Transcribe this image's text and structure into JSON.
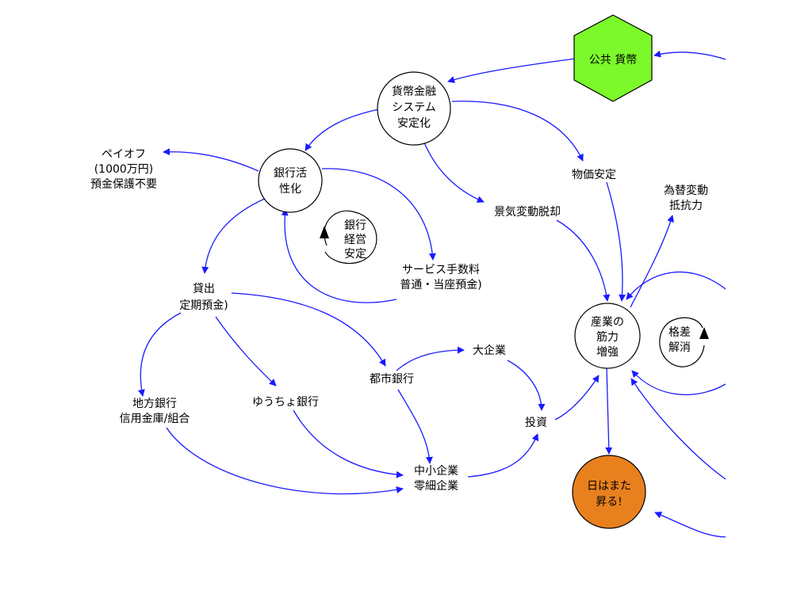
{
  "nodes": {
    "public_currency": "公共 貨幣",
    "monetary_stability": [
      "貨幣金融",
      "システム",
      "安定化"
    ],
    "bank_activation": [
      "銀行活",
      "性化"
    ],
    "payoff": [
      "ペイオフ",
      "(1000万円)",
      "預金保護不要"
    ],
    "bank_mgmt_loop": [
      "銀行",
      "経営",
      "安定"
    ],
    "service_fee": [
      "サービス手数料",
      "普通・当座預金)"
    ],
    "price_stability": "物価安定",
    "business_cycle": "景気変動脱却",
    "fx_resistance": [
      "為替変動",
      "抵抗力"
    ],
    "loans": [
      "貸出",
      "定期預金)"
    ],
    "industry": [
      "産業の",
      "筋力",
      "増強"
    ],
    "disparity_loop": [
      "格差",
      "解消"
    ],
    "regional_bank": [
      "地方銀行",
      "信用金庫/組合"
    ],
    "yucho": "ゆうちょ銀行",
    "city_bank": "都市銀行",
    "large_corp": "大企業",
    "investment": "投資",
    "sme": [
      "中小企業",
      "零細企業"
    ],
    "sun_rises": [
      "日はまた",
      "昇る!"
    ]
  },
  "colors": {
    "edge": "#1a1aff",
    "hexagon": "#7cf92a",
    "sun_node": "#e8801e"
  }
}
